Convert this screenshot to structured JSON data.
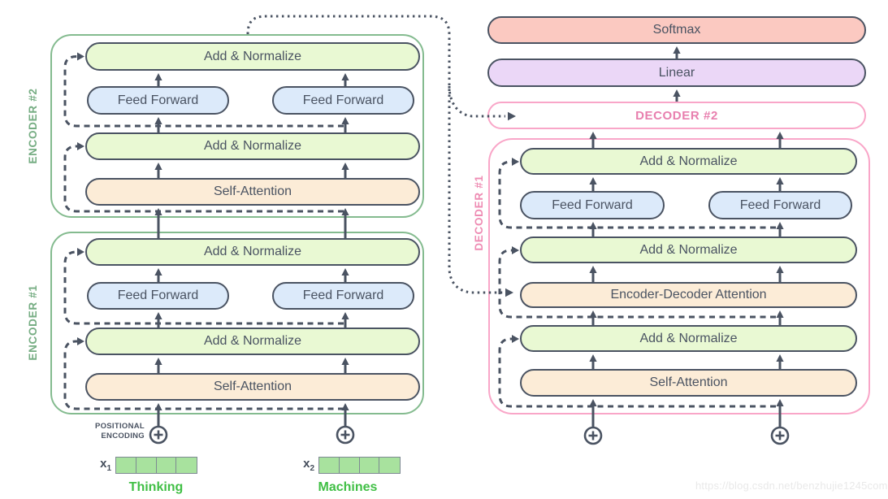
{
  "encoder2": {
    "label": "ENCODER #2",
    "add_normalize_top": "Add & Normalize",
    "feed_forward_left": "Feed Forward",
    "feed_forward_right": "Feed Forward",
    "add_normalize_mid": "Add & Normalize",
    "self_attention": "Self-Attention"
  },
  "encoder1": {
    "label": "ENCODER #1",
    "add_normalize_top": "Add & Normalize",
    "feed_forward_left": "Feed Forward",
    "feed_forward_right": "Feed Forward",
    "add_normalize_mid": "Add & Normalize",
    "self_attention": "Self-Attention"
  },
  "decoder1": {
    "label": "DECODER #1",
    "add_normalize_top": "Add & Normalize",
    "feed_forward_left": "Feed Forward",
    "feed_forward_right": "Feed Forward",
    "add_normalize_mid": "Add & Normalize",
    "encoder_decoder_attention": "Encoder-Decoder Attention",
    "add_normalize_bottom": "Add & Normalize",
    "self_attention": "Self-Attention"
  },
  "decoder2": {
    "label": "DECODER #2"
  },
  "output_head": {
    "softmax": "Softmax",
    "linear": "Linear"
  },
  "inputs": {
    "positional_encoding_line1": "POSITIONAL",
    "positional_encoding_line2": "ENCODING",
    "token1": {
      "symbol": "x",
      "subscript": "1",
      "word": "Thinking",
      "cells": 4
    },
    "token2": {
      "symbol": "x",
      "subscript": "2",
      "word": "Machines",
      "cells": 4
    }
  },
  "watermark": {
    "text": "https://blog.csdn.net/benzhujie1245com"
  },
  "icons": {
    "positional_add": "circle-plus-icon"
  },
  "colors": {
    "pill_border": "#4a5362",
    "pill_text": "#4a5362",
    "add_normalize_fill": "#e9f9d3",
    "feed_forward_fill": "#dceafa",
    "attention_fill": "#fcecd7",
    "softmax_fill": "#fbc9c1",
    "linear_fill": "#ebd7f7",
    "encoder_border": "#84bb8f",
    "encoder_label": "#76ad83",
    "decoder_border": "#f9a6c8",
    "decoder_label": "#ee8cb3",
    "connector": "#4a5362",
    "embedding_fill": "#a8e29e",
    "embedding_border": "#7e8a93",
    "word_text": "#40bf45",
    "watermark_text": "#e9e9e9"
  }
}
